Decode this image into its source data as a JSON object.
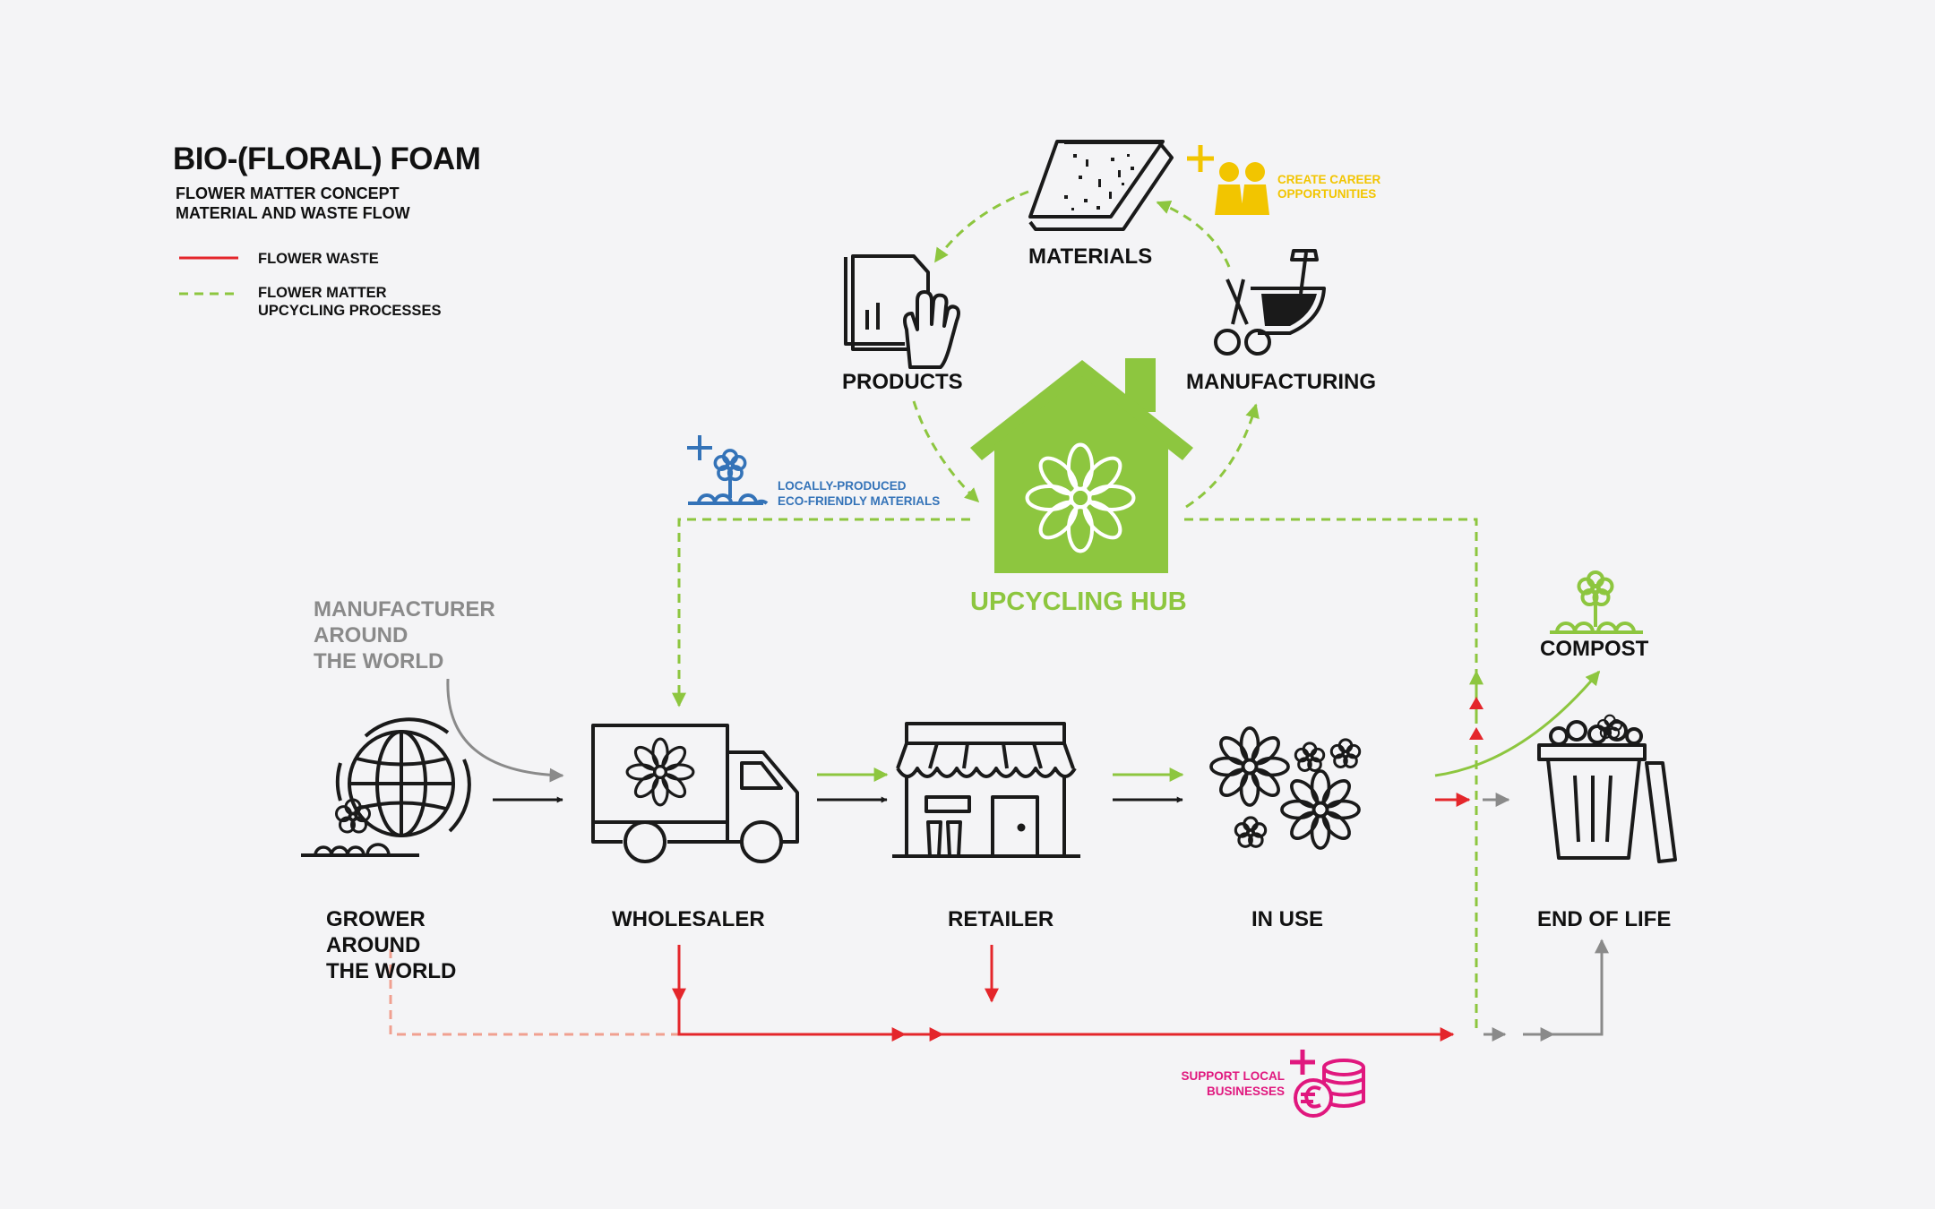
{
  "title": "BIO-(FLORAL) FOAM",
  "subtitle": "FLOWER MATTER CONCEPT\nMATERIAL AND WASTE FLOW",
  "legend": {
    "waste": "FLOWER WASTE",
    "upcycling": "FLOWER MATTER\nUPCYCLING PROCESSES"
  },
  "nodes": {
    "grower": "GROWER\nAROUND\nTHE WORLD",
    "wholesaler": "WHOLESALER",
    "retailer": "RETAILER",
    "in_use": "IN USE",
    "end_of_life": "END OF LIFE",
    "manufacturer": "MANUFACTURER\nAROUND\nTHE WORLD",
    "compost": "COMPOST",
    "materials": "MATERIALS",
    "products": "PRODUCTS",
    "manufacturing": "MANUFACTURING",
    "hub": "UPCYCLING HUB"
  },
  "benefits": {
    "local": "LOCALLY-PRODUCED\nECO-FRIENDLY MATERIALS",
    "career": "CREATE CAREER\nOPPORTUNITIES",
    "business": "SUPPORT LOCAL\nBUSINESSES"
  },
  "colors": {
    "waste": "#e4262b",
    "upcycling": "#8dc63f",
    "flow": "#1a1a1a",
    "grey": "#8a8a8a",
    "blue": "#3473b8",
    "yellow": "#f2c500",
    "pink": "#e0177e"
  }
}
